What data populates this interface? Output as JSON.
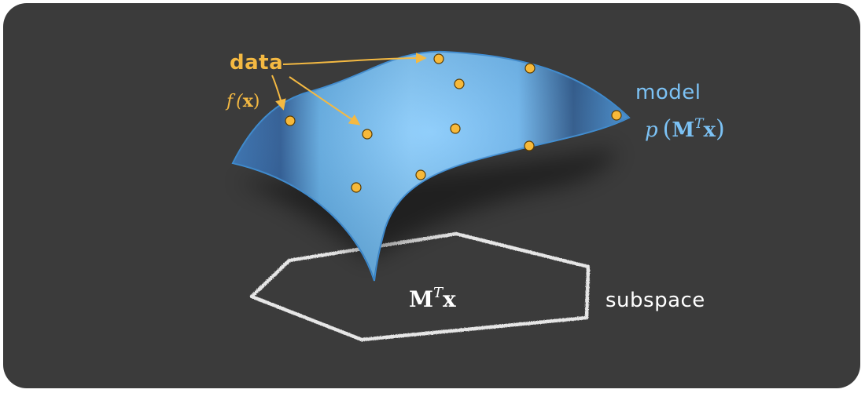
{
  "labels": {
    "data": "data",
    "model": "model",
    "subspace": "subspace",
    "f_fn": "f",
    "f_arg": "x",
    "p_fn": "p",
    "p_M": "M",
    "p_T": "T",
    "p_x": "x",
    "sub_M": "M",
    "sub_T": "T",
    "sub_x": "x",
    "paren_open": "(",
    "paren_close": ")"
  },
  "colors": {
    "background": "#3b3b3b",
    "surface": "#5ab3f3",
    "surface_edge": "#3d8fd8",
    "data_label": "#f4b942",
    "data_point": "#f7b93a",
    "model_label": "#7cc2f5",
    "chalk": "#e8e8e8"
  },
  "icons": {
    "data_point": "yellow-dot-marker",
    "subspace": "chalk-octagon-outline"
  }
}
